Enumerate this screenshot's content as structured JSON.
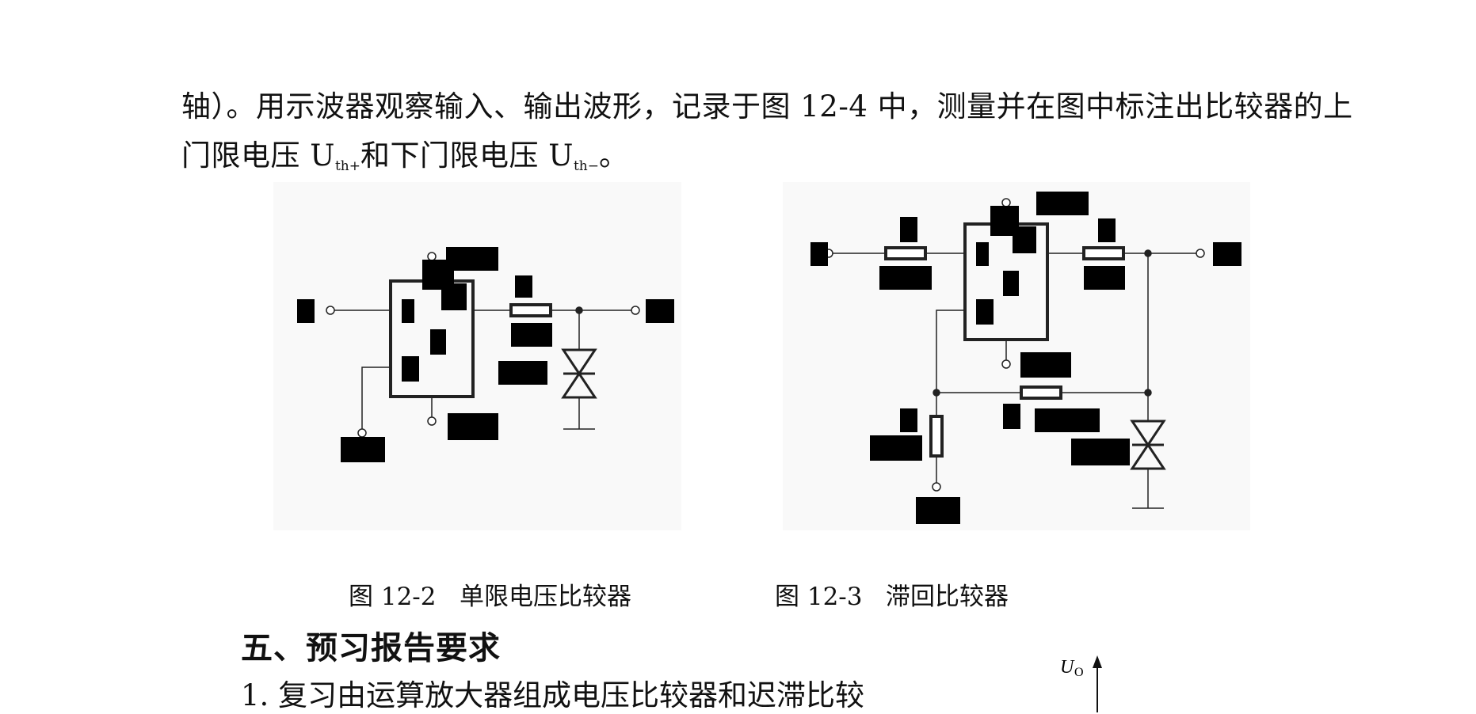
{
  "paragraph": {
    "line1": "轴）。用示波器观察输入、输出波形，记录于图 12-4 中，测量并在图中标注出比较器的上",
    "line2_pre": "门限电压 U",
    "sub_upper": "th+",
    "line2_mid": "和下门限电压 U",
    "sub_lower": "th−",
    "line2_end": "。"
  },
  "figures": {
    "fig_12_2_caption": "图 12-2   单限电压比较器",
    "fig_12_3_caption": "图 12-3   滞回比较器"
  },
  "section": {
    "heading": "五、预习报告要求",
    "item1": "1. 复习由运算放大器组成电压比较器和迟滞比较"
  },
  "axis": {
    "label": "U",
    "label_sub": "O"
  }
}
